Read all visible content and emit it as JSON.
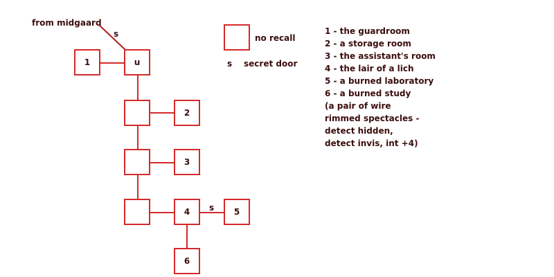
{
  "map": {
    "entry_label": "from midgaard",
    "entry_door_mark": "s",
    "rooms": {
      "u": "u",
      "r1": "1",
      "r2": "2",
      "r3": "3",
      "r4": "4",
      "r5": "5",
      "r6": "6"
    },
    "secret_door_mark_4_5": "s"
  },
  "key": {
    "no_recall_label": "no recall",
    "secret_symbol": "s",
    "secret_label": "secret door"
  },
  "legend": [
    "1 - the guardroom",
    "2 - a storage room",
    "3 - the assistant's room",
    "4 - the lair of a lich",
    "5 - a burned laboratory",
    "6 - a burned study",
    "(a pair of wire",
    "rimmed spectacles -",
    "detect hidden,",
    "detect invis, int +4)"
  ],
  "colors": {
    "line": "#d42a2a",
    "text": "#3a0d0d",
    "background": "#ffffff"
  }
}
